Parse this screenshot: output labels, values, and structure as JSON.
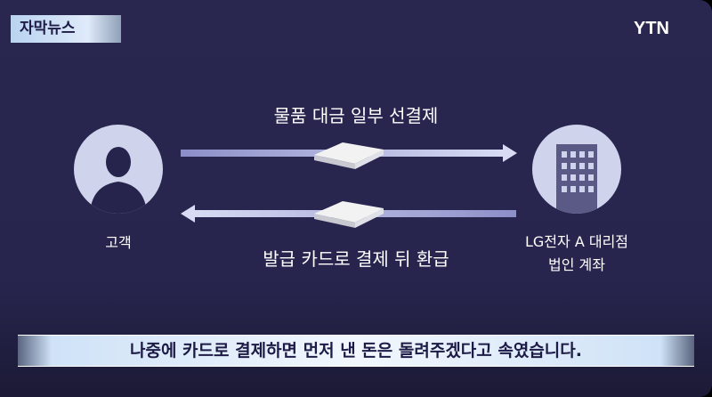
{
  "badge": "자막뉴스",
  "logo": "YTN",
  "diagram": {
    "top_label": "물품 대금 일부 선결제",
    "bottom_label": "발급 카드로 결제 뒤 환급",
    "customer": "고객",
    "company_line1": "LG전자 A 대리점",
    "company_line2": "법인 계좌"
  },
  "subtitle": "나중에 카드로 결제하면 먼저 낸 돈은 돌려주겠다고 속였습니다."
}
